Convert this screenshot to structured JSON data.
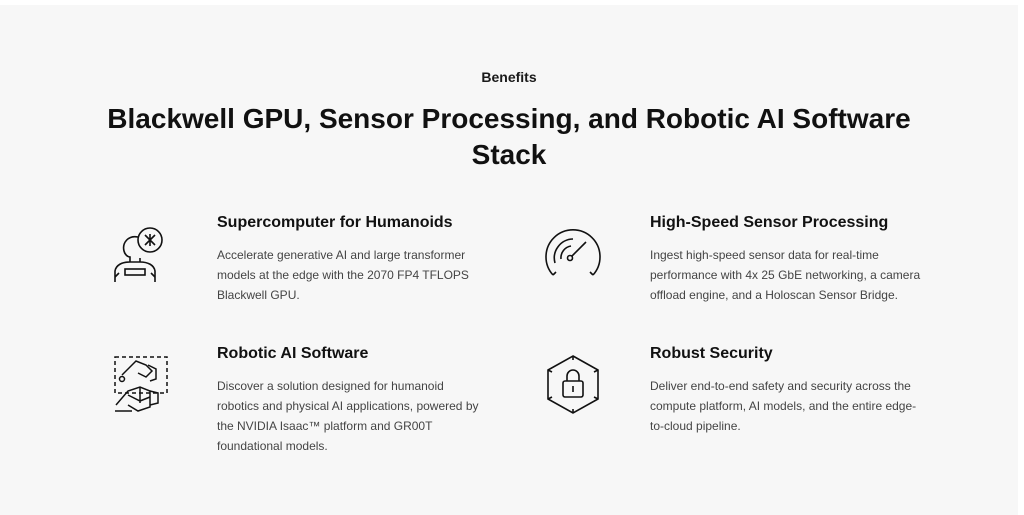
{
  "eyebrow": "Benefits",
  "title_line1": "Blackwell GPU, Sensor Processing, and Robotic AI Software",
  "title_line2": "Stack",
  "benefits": [
    {
      "title": "Supercomputer for Humanoids",
      "icon": "humanoid-chip-icon",
      "lines": [
        "Accelerate generative AI and large transformer",
        "models at the edge with the 2070 FP4 TFLOPS",
        "Blackwell GPU."
      ]
    },
    {
      "title": "High-Speed Sensor Processing",
      "icon": "speed-gauge-icon",
      "lines": [
        "Ingest high-speed sensor data for real-time",
        "performance with 4x 25 GbE networking, a camera",
        "offload engine, and a Holoscan Sensor Bridge."
      ]
    },
    {
      "title": "Robotic AI Software",
      "icon": "robotic-hands-icon",
      "lines": [
        "Discover a solution designed for humanoid",
        "robotics and physical AI applications, powered by",
        "the NVIDIA Isaac™ platform and GR00T",
        "foundational models."
      ]
    },
    {
      "title": "Robust Security",
      "icon": "hexagon-lock-icon",
      "lines": [
        "Deliver end-to-end safety and security across the",
        "compute platform, AI models, and the entire edge-",
        "to-cloud pipeline."
      ]
    }
  ]
}
